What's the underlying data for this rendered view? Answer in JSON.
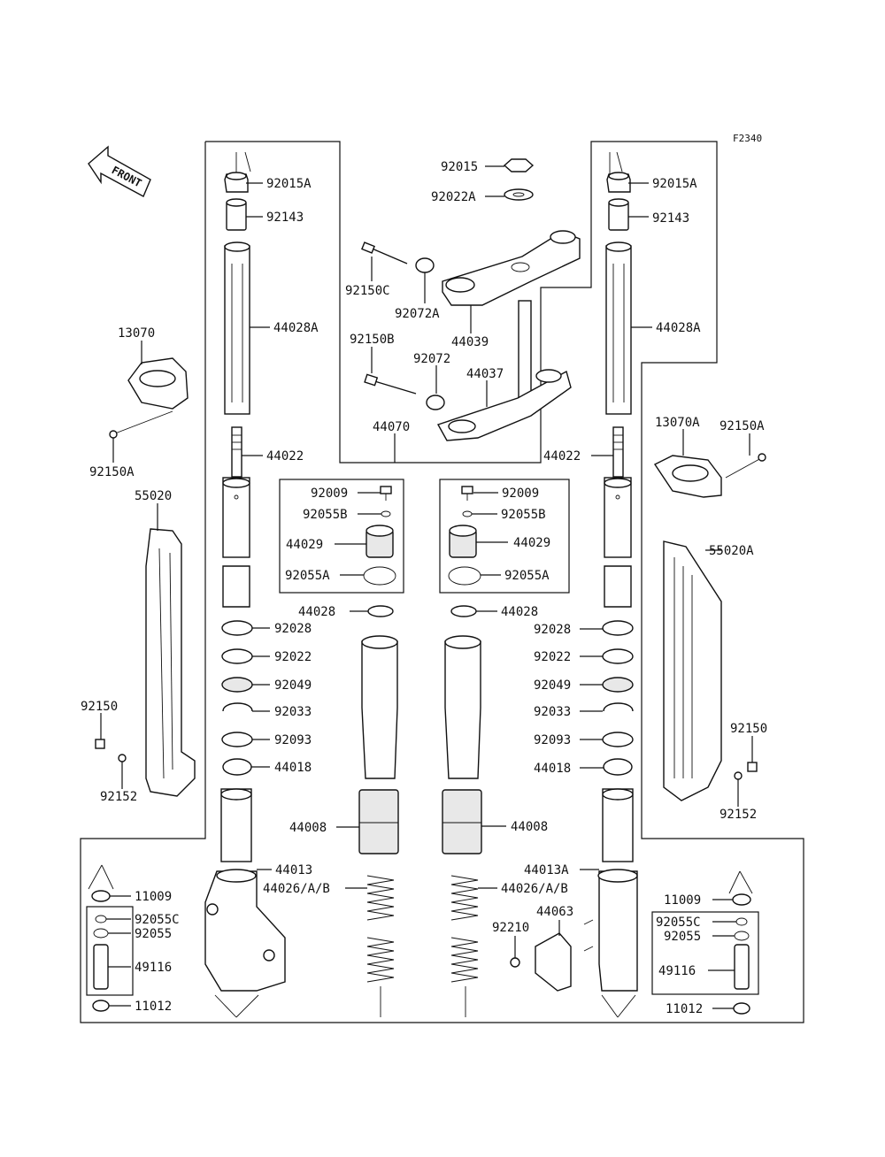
{
  "figure_code": "F2340",
  "front_arrow_text": "FRONT",
  "labels": [
    {
      "id": "l1",
      "text": "92015A"
    },
    {
      "id": "l2",
      "text": "92143"
    },
    {
      "id": "l3",
      "text": "44028A"
    },
    {
      "id": "l4",
      "text": "13070"
    },
    {
      "id": "l5",
      "text": "92150A"
    },
    {
      "id": "l6",
      "text": "44022"
    },
    {
      "id": "l7",
      "text": "55020"
    },
    {
      "id": "l8",
      "text": "92015"
    },
    {
      "id": "l9",
      "text": "92022A"
    },
    {
      "id": "l10",
      "text": "92150C"
    },
    {
      "id": "l11",
      "text": "92072A"
    },
    {
      "id": "l12",
      "text": "44039"
    },
    {
      "id": "l13",
      "text": "92150B"
    },
    {
      "id": "l14",
      "text": "92072"
    },
    {
      "id": "l15",
      "text": "44037"
    },
    {
      "id": "l16",
      "text": "44070"
    },
    {
      "id": "l17",
      "text": "92015A"
    },
    {
      "id": "l18",
      "text": "92143"
    },
    {
      "id": "l19",
      "text": "44028A"
    },
    {
      "id": "l20",
      "text": "13070A"
    },
    {
      "id": "l21",
      "text": "92150A"
    },
    {
      "id": "l22",
      "text": "44022"
    },
    {
      "id": "l23",
      "text": "55020A"
    },
    {
      "id": "l24",
      "text": "92009"
    },
    {
      "id": "l25",
      "text": "92055B"
    },
    {
      "id": "l26",
      "text": "44029"
    },
    {
      "id": "l27",
      "text": "92055A"
    },
    {
      "id": "l28",
      "text": "92009"
    },
    {
      "id": "l29",
      "text": "92055B"
    },
    {
      "id": "l30",
      "text": "44029"
    },
    {
      "id": "l31",
      "text": "92055A"
    },
    {
      "id": "l32",
      "text": "44028"
    },
    {
      "id": "l33",
      "text": "44028"
    },
    {
      "id": "l34",
      "text": "92028"
    },
    {
      "id": "l35",
      "text": "92022"
    },
    {
      "id": "l36",
      "text": "92049"
    },
    {
      "id": "l37",
      "text": "92033"
    },
    {
      "id": "l38",
      "text": "92093"
    },
    {
      "id": "l39",
      "text": "44018"
    },
    {
      "id": "l40",
      "text": "92028"
    },
    {
      "id": "l41",
      "text": "92022"
    },
    {
      "id": "l42",
      "text": "92049"
    },
    {
      "id": "l43",
      "text": "92033"
    },
    {
      "id": "l44",
      "text": "92093"
    },
    {
      "id": "l45",
      "text": "44018"
    },
    {
      "id": "l46",
      "text": "92150"
    },
    {
      "id": "l47",
      "text": "92152"
    },
    {
      "id": "l48",
      "text": "92150"
    },
    {
      "id": "l49",
      "text": "92152"
    },
    {
      "id": "l50",
      "text": "44008"
    },
    {
      "id": "l51",
      "text": "44008"
    },
    {
      "id": "l52",
      "text": "44013"
    },
    {
      "id": "l53",
      "text": "44026/A/B"
    },
    {
      "id": "l54",
      "text": "44026/A/B"
    },
    {
      "id": "l55",
      "text": "44013A"
    },
    {
      "id": "l56",
      "text": "11009"
    },
    {
      "id": "l57",
      "text": "92055C"
    },
    {
      "id": "l58",
      "text": "92055"
    },
    {
      "id": "l59",
      "text": "49116"
    },
    {
      "id": "l60",
      "text": "11012"
    },
    {
      "id": "l61",
      "text": "44063"
    },
    {
      "id": "l62",
      "text": "92210"
    },
    {
      "id": "l63",
      "text": "11009"
    },
    {
      "id": "l64",
      "text": "92055C"
    },
    {
      "id": "l65",
      "text": "92055"
    },
    {
      "id": "l66",
      "text": "49116"
    },
    {
      "id": "l67",
      "text": "11012"
    }
  ]
}
